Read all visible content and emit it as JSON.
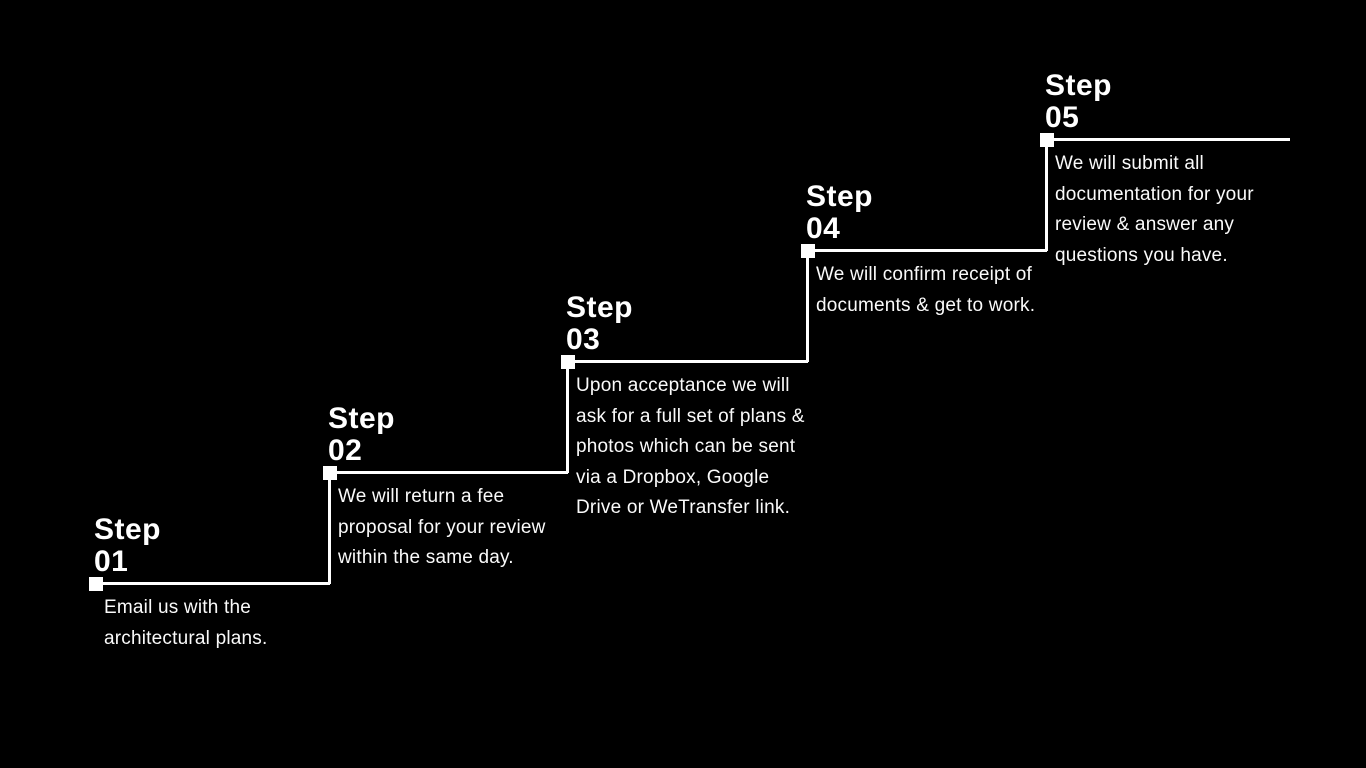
{
  "theme": {
    "background_color": "#000000",
    "line_color": "#ffffff",
    "heading_color": "#ffffff",
    "body_text_color": "#fafafa"
  },
  "diagram": {
    "type": "staircase-process-timeline",
    "step_count": 5
  },
  "steps": [
    {
      "label": "Step",
      "number": "01",
      "description": "Email us with the\narchitectural plans."
    },
    {
      "label": "Step",
      "number": "02",
      "description": "We will return a fee\nproposal for your review\nwithin the same day."
    },
    {
      "label": "Step",
      "number": "03",
      "description": "Upon acceptance we will\nask for a full set of plans &\nphotos which can be sent\nvia a Dropbox, Google\nDrive or WeTransfer link."
    },
    {
      "label": "Step",
      "number": "04",
      "description": "We will confirm receipt of\ndocuments & get to work."
    },
    {
      "label": "Step",
      "number": "05",
      "description": "We will submit all\ndocumentation for your\nreview & answer any\nquestions you have."
    }
  ]
}
